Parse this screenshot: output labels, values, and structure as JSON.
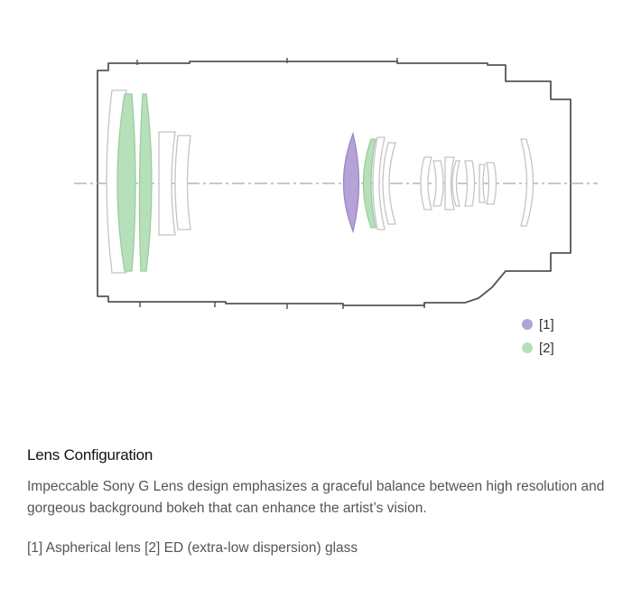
{
  "diagram": {
    "colors": {
      "outline": "#555555",
      "element": "#c4c4c4",
      "axis": "#a8a8a8"
    }
  },
  "legend": [
    {
      "label": "[1]",
      "color": "#b3a3d6"
    },
    {
      "label": "[2]",
      "color": "#b5e0b9"
    }
  ],
  "section": {
    "title": "Lens Configuration",
    "description": "Impeccable Sony G Lens design emphasizes a graceful balance between high resolution and gorgeous background bokeh that can enhance the artist’s vision.",
    "note": "[1] Aspherical lens [2] ED (extra-low dispersion) glass"
  }
}
